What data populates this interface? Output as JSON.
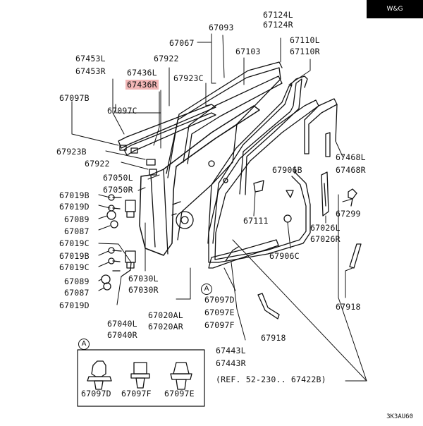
{
  "badge": "W&G",
  "diagram_code": "3K3AU60",
  "reference": "(REF. 52-230.. 67422B)",
  "inset_marker": "A",
  "labels": {
    "p67093": "67093",
    "p67124L": "67124L",
    "p67124R": "67124R",
    "p67067": "67067",
    "p67110L": "67110L",
    "p67110R": "67110R",
    "p67453L": "67453L",
    "p67453R": "67453R",
    "p67922a": "67922",
    "p67103": "67103",
    "p67436L": "67436L",
    "p67436R": "67436R",
    "p67923C": "67923C",
    "p67097B": "67097B",
    "p67097C": "67097C",
    "p67923B": "67923B",
    "p67922b": "67922",
    "p67050L": "67050L",
    "p67050R": "67050R",
    "p67019Ba": "67019B",
    "p67019Da": "67019D",
    "p67089a": "67089",
    "p67087a": "67087",
    "p67019Ca": "67019C",
    "p67019Bb": "67019B",
    "p67019Cb": "67019C",
    "p67089b": "67089",
    "p67087b": "67087",
    "p67019Db": "67019D",
    "p67906B": "67906B",
    "p67468L": "67468L",
    "p67468R": "67468R",
    "p67299": "67299",
    "p67111": "67111",
    "p67026L": "67026L",
    "p67026R": "67026R",
    "p67906C": "67906C",
    "p67030L": "67030L",
    "p67030R": "67030R",
    "p67097D": "67097D",
    "p67097E": "67097E",
    "p67097F": "67097F",
    "p67918a": "67918",
    "p67918b": "67918",
    "p67020AL": "67020AL",
    "p67020AR": "67020AR",
    "p67040L": "67040L",
    "p67040R": "67040R",
    "p67443L": "67443L",
    "p67443R": "67443R",
    "inset1": "67097D",
    "inset2": "67097F",
    "inset3": "67097E"
  }
}
